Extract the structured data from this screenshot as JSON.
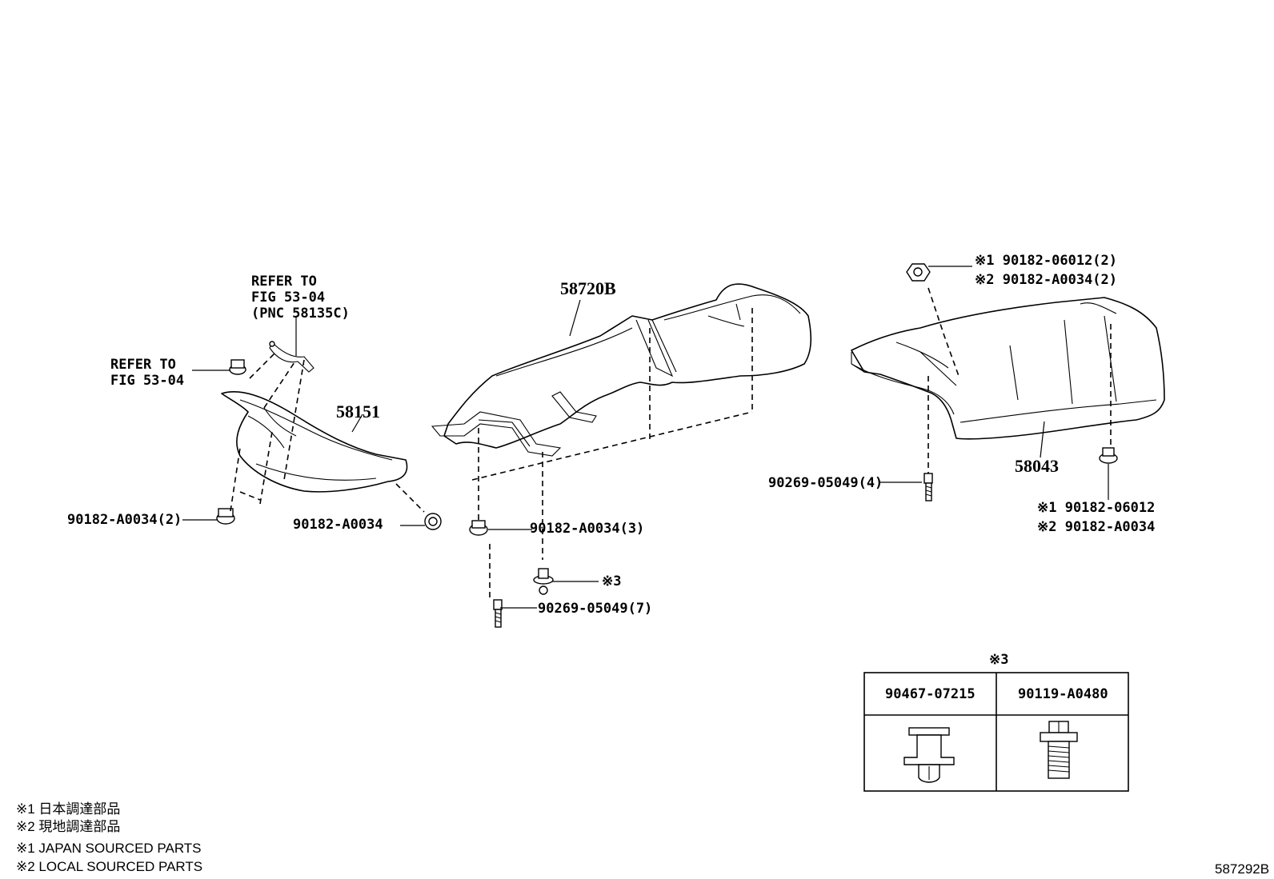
{
  "callouts": {
    "refer_fig_pnc": [
      "REFER TO",
      "FIG 53-04",
      "(PNC 58135C)"
    ],
    "refer_fig": [
      "REFER TO",
      "FIG 53-04"
    ],
    "part_58720b": "58720B",
    "part_58151": "58151",
    "part_58043": "58043",
    "nut_58151_left": "90182-A0034(2)",
    "nut_58151_right": "90182-A0034",
    "nut_58720b": "90182-A0034(3)",
    "clip_note": "※3",
    "bolt_58720b": "90269-05049(7)",
    "top_right_line1": "※1 90182-06012(2)",
    "top_right_line2": "※2 90182-A0034(2)",
    "bolt_58043": "90269-05049(4)",
    "bottom_right_line1": "※1 90182-06012",
    "bottom_right_line2": "※2 90182-A0034"
  },
  "table": {
    "title": "※3",
    "columns": [
      "90467-07215",
      "90119-A0480"
    ],
    "icons": [
      "push-rivet-clip-icon",
      "flange-bolt-icon"
    ]
  },
  "legend": [
    "※1 日本調達部品",
    "※2 現地調達部品",
    "※1 JAPAN SOURCED PARTS",
    "※2 LOCAL SOURCED PARTS"
  ],
  "figure_code": "587292B"
}
